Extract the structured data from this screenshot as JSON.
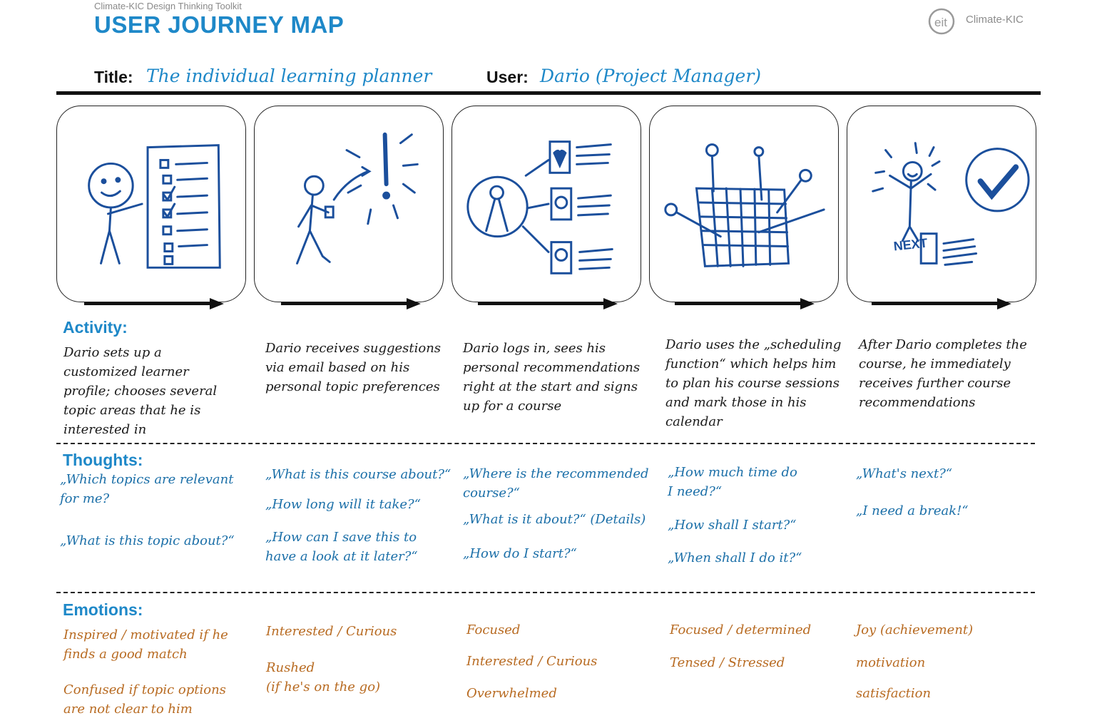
{
  "header": {
    "toolkit_label": "Climate-KIC Design Thinking Toolkit",
    "title": "USER JOURNEY MAP",
    "logo_badge": "eit",
    "logo_text": "Climate-KIC"
  },
  "meta": {
    "title_label": "Title:",
    "title_value": "The individual learning planner",
    "user_label": "User:",
    "user_value": "Dario (Project Manager)"
  },
  "sections": {
    "activity": "Activity:",
    "thoughts": "Thoughts:",
    "emotions": "Emotions:"
  },
  "steps": [
    {
      "panel_icon": "person-checklist-sketch",
      "activity": "Dario sets up a\ncustomized learner\nprofile; chooses several\ntopic areas that he is\ninterested in",
      "thoughts": [
        "„Which topics are relevant\nfor me?",
        "„What is this topic about?“"
      ],
      "emotions": [
        "Inspired / motivated if he\nfinds a good match",
        "Confused if topic options\nare not clear to him"
      ]
    },
    {
      "panel_icon": "person-walking-email-alert-sketch",
      "activity": "Dario receives suggestions\nvia email based on his\npersonal topic preferences",
      "thoughts": [
        "„What is this course about?“",
        "„How long will it take?“",
        "„How can I save this to\nhave a look at it later?“"
      ],
      "emotions": [
        "Interested / Curious",
        "Rushed\n(if he's on the go)"
      ]
    },
    {
      "panel_icon": "profile-recommendations-sketch",
      "activity": "Dario logs in, sees his\npersonal recommendations\nright at the start and signs\nup for a course",
      "thoughts": [
        "„Where is the recommended\ncourse?“",
        "„What is it about?“ (Details)",
        "„How do I start?“"
      ],
      "emotions": [
        "Focused",
        "Interested / Curious",
        "Overwhelmed"
      ]
    },
    {
      "panel_icon": "calendar-scheduling-sketch",
      "activity": "Dario uses the „scheduling\nfunction“ which helps him\nto plan his course sessions\nand mark those in his\ncalendar",
      "thoughts": [
        "„How much time do\nI need?“",
        "„How shall I start?“",
        "„When shall I do it?“"
      ],
      "emotions": [
        "Focused / determined",
        "Tensed / Stressed"
      ]
    },
    {
      "panel_icon": "celebration-checkmark-next-sketch",
      "activity": "After Dario completes the\ncourse, he immediately\nreceives further course\nrecommendations",
      "thoughts": [
        "„What's next?“",
        "„I need a break!“"
      ],
      "emotions": [
        "Joy (achievement)",
        "motivation",
        "satisfaction"
      ]
    }
  ],
  "colors": {
    "brand_blue": "#1e88c8",
    "thought_blue": "#1b6fa8",
    "emotion_orange": "#b86b22",
    "sketch_blue": "#1b4f9c"
  }
}
